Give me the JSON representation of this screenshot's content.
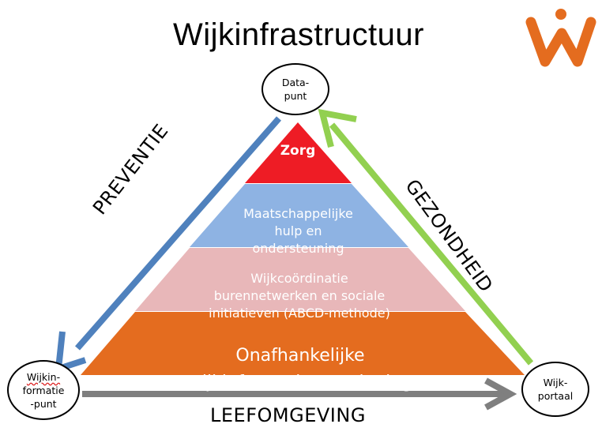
{
  "title": "Wijkinfrastructuur",
  "logo": {
    "icon": "person-logo",
    "color": "#e46c1f"
  },
  "pyramid": {
    "layers": [
      {
        "text": "Zorg",
        "color": "#ee1c25",
        "text_color": "#ffffff"
      },
      {
        "text": "Maatschappelijke\nhulp en\nondersteuning",
        "color": "#8eb3e3",
        "text_color": "#ffffff"
      },
      {
        "text": "Wijkcoördinatie\nburennetwerken en sociale\ninitiatieven (ABCD-methode)",
        "color": "#e8b7b9",
        "text_color": "#ffffff"
      },
      {
        "text": "Onafhankelijke\nwijkinformatievoorziening",
        "color": "#e46c1f",
        "text_color": "#ffffff"
      }
    ]
  },
  "nodes": {
    "top": "Data-\npunt",
    "bottom_left": "Wijkin-\nformatie\n-punt",
    "bottom_right": "Wijk-\nportaal"
  },
  "arrows": {
    "left": {
      "label": "PREVENTIE",
      "color": "#4f81bd"
    },
    "right": {
      "label": "GEZONDHEID",
      "color": "#92d050"
    },
    "bottom": {
      "label": "LEEFOMGEVING",
      "color": "#7f7f7f"
    }
  }
}
